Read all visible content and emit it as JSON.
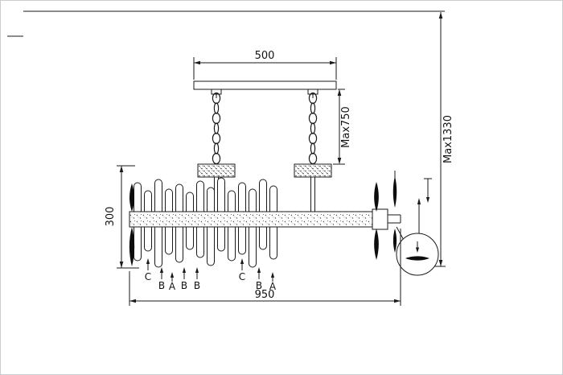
{
  "dimensions": {
    "canopy_width": "500",
    "chain_drop": "Max750",
    "total_height": "Max1330",
    "body_height": "300",
    "fixture_length": "950"
  },
  "callouts": [
    "C",
    "B",
    "A",
    "B",
    "B",
    "C",
    "B",
    "A"
  ],
  "colors": {
    "line": "#1a1a1a",
    "background": "#ffffff",
    "border": "#c9cdd0"
  }
}
